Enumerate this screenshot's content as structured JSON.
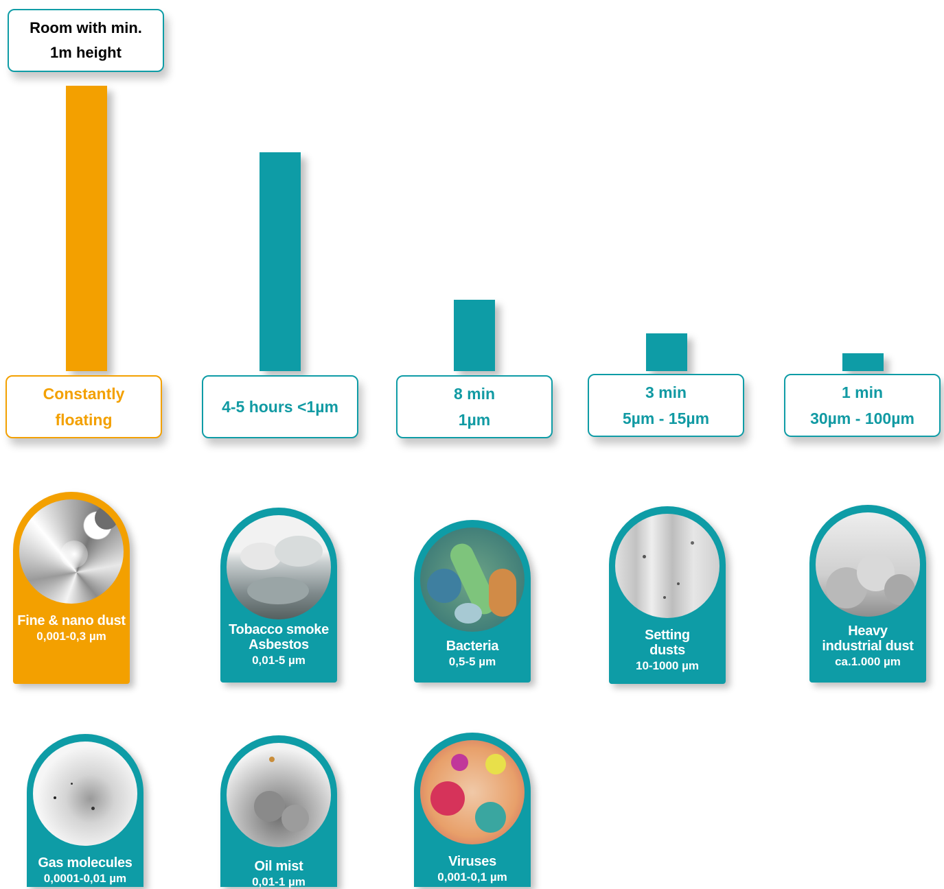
{
  "colors": {
    "teal": "#0e9ca6",
    "orange": "#f3a000"
  },
  "header_box": {
    "line1": "Room with min.",
    "line2": "1m height"
  },
  "chart_data": {
    "type": "bar",
    "title": "Room with min. 1m height",
    "categories": [
      "Constantly floating",
      "4-5 hours <1µm",
      "8 min 1µm",
      "3 min 5µm - 15µm",
      "1 min 30µm - 100µm"
    ],
    "values": [
      100,
      76.7,
      24.9,
      13.3,
      6.2
    ],
    "ylim": [
      0,
      100
    ],
    "grid": false,
    "bar_colors": [
      "#f3a000",
      "#0e9ca6",
      "#0e9ca6",
      "#0e9ca6",
      "#0e9ca6"
    ]
  },
  "labels": [
    {
      "line1": "Constantly",
      "line2": "floating"
    },
    {
      "line1": "4-5 hours <1µm",
      "line2": ""
    },
    {
      "line1": "8 min",
      "line2": "1µm"
    },
    {
      "line1": "3 min",
      "line2": "5µm - 15µm"
    },
    {
      "line1": "1 min",
      "line2": "30µm - 100µm"
    }
  ],
  "particles": [
    {
      "name1": "Fine & nano dust",
      "name2": "",
      "size": "0,001-0,3 µm",
      "icon": "nano-dust-spray-icon"
    },
    {
      "name1": "Tobacco smoke",
      "name2": "Asbestos",
      "size": "0,01-5 µm",
      "icon": "asbestos-fiber-icon"
    },
    {
      "name1": "Bacteria",
      "name2": "",
      "size": "0,5-5 µm",
      "icon": "bacteria-icon"
    },
    {
      "name1": "Setting",
      "name2": "dusts",
      "size": "10-1000 µm",
      "icon": "settling-dust-icon"
    },
    {
      "name1": "Heavy",
      "name2": "industrial dust",
      "size": "ca.1.000 µm",
      "icon": "industrial-dust-icon"
    },
    {
      "name1": "Gas molecules",
      "name2": "",
      "size": "0,0001-0,01 µm",
      "icon": "gas-molecules-icon"
    },
    {
      "name1": "Oil mist",
      "name2": "",
      "size": "0,01-1 µm",
      "icon": "oil-mist-icon"
    },
    {
      "name1": "Viruses",
      "name2": "",
      "size": "0,001-0,1 µm",
      "icon": "virus-icon"
    }
  ]
}
